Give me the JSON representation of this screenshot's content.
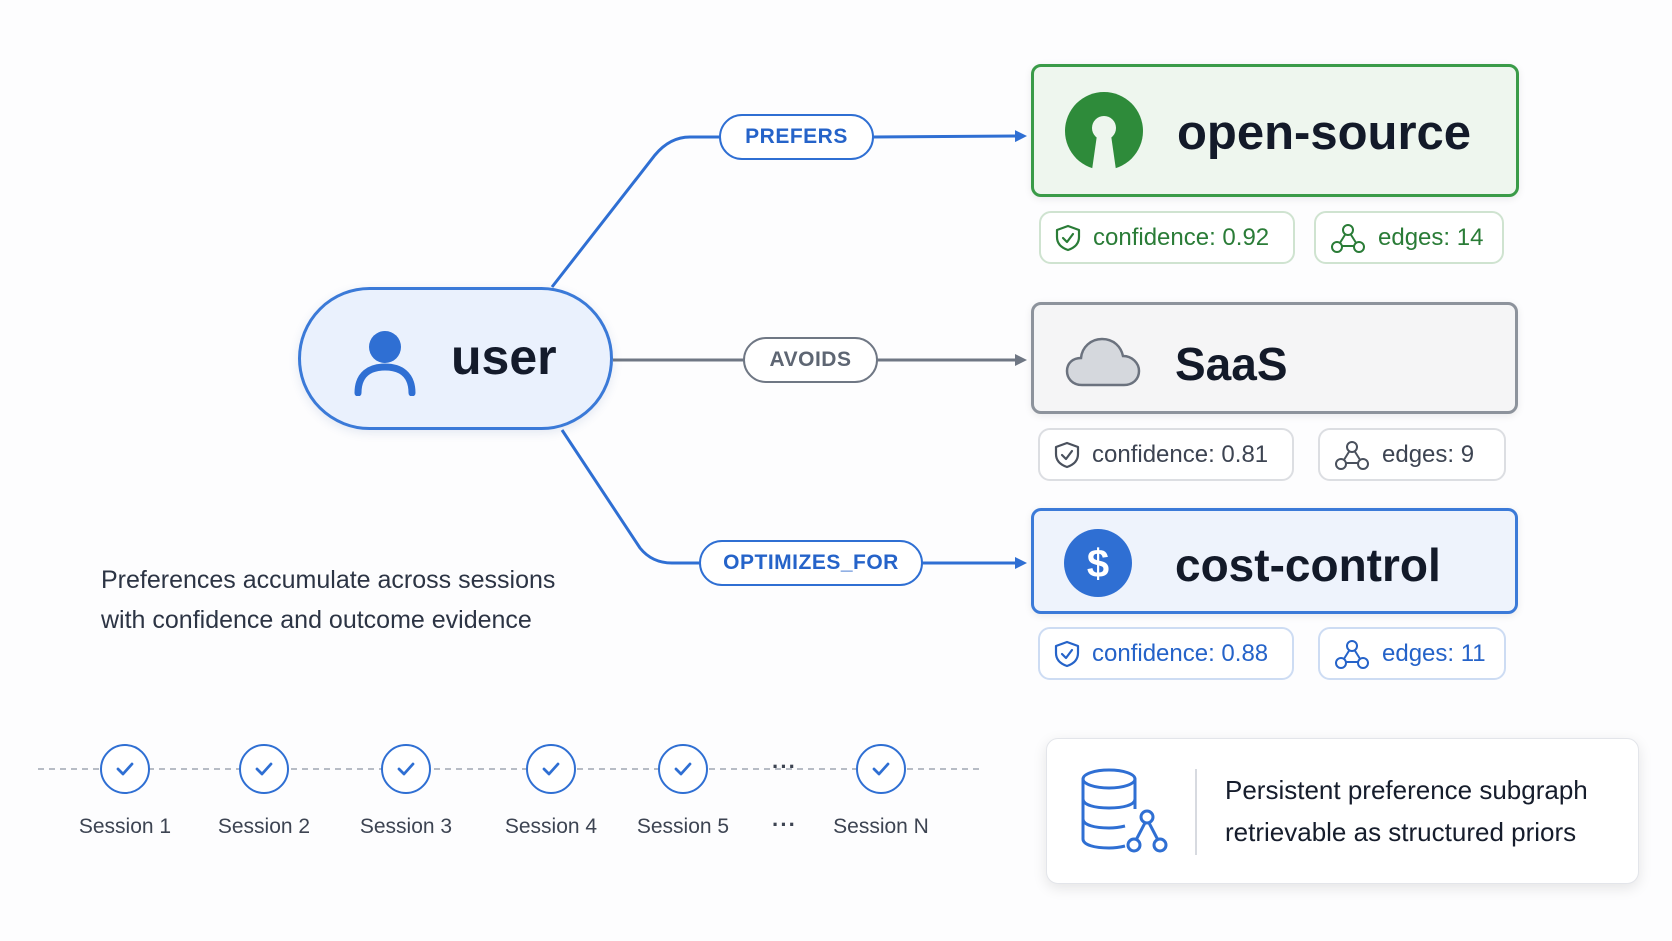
{
  "source_node": {
    "label": "user",
    "icon": "person-icon"
  },
  "relations": [
    {
      "edge_label": "PREFERS",
      "target": "open-source",
      "icon": "open-source-icon",
      "confidence": "confidence: 0.92",
      "edges": "edges: 14",
      "color": "#3a9b48"
    },
    {
      "edge_label": "AVOIDS",
      "target": "SaaS",
      "icon": "cloud-icon",
      "confidence": "confidence: 0.81",
      "edges": "edges: 9",
      "color": "#8d939c"
    },
    {
      "edge_label": "OPTIMIZES_FOR",
      "target": "cost-control",
      "icon": "dollar-icon",
      "confidence": "confidence: 0.88",
      "edges": "edges: 11",
      "color": "#3b7ad8"
    }
  ],
  "caption": {
    "line1": "Preferences accumulate across sessions",
    "line2": "with confidence and outcome evidence"
  },
  "timeline": {
    "sessions": [
      "Session 1",
      "Session 2",
      "Session 3",
      "Session 4",
      "Session 5",
      "Session N"
    ],
    "ellipsis": "···"
  },
  "info_panel": {
    "icon": "database-graph-icon",
    "line1": "Persistent preference subgraph",
    "line2": "retrievable as structured priors"
  },
  "colors": {
    "accent_blue": "#2f6fd3",
    "accent_green": "#3a9b48",
    "neutral_gray": "#6f7784"
  }
}
